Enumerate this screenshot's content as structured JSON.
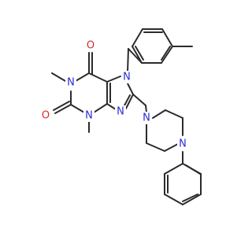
{
  "colors": {
    "background": "#ffffff",
    "bond": "#2b2b2b",
    "nitrogen": "#2b2bd6",
    "oxygen": "#d62b2b"
  },
  "atoms": {
    "o1": {
      "symbol": "O",
      "element": "oxygen"
    },
    "o2": {
      "symbol": "O",
      "element": "oxygen"
    },
    "n1": {
      "symbol": "N",
      "element": "nitrogen"
    },
    "n3": {
      "symbol": "N",
      "element": "nitrogen"
    },
    "n7": {
      "symbol": "N",
      "element": "nitrogen"
    },
    "n9": {
      "symbol": "N",
      "element": "nitrogen"
    },
    "npip1": {
      "symbol": "N",
      "element": "nitrogen"
    },
    "npip4": {
      "symbol": "N",
      "element": "nitrogen"
    }
  }
}
